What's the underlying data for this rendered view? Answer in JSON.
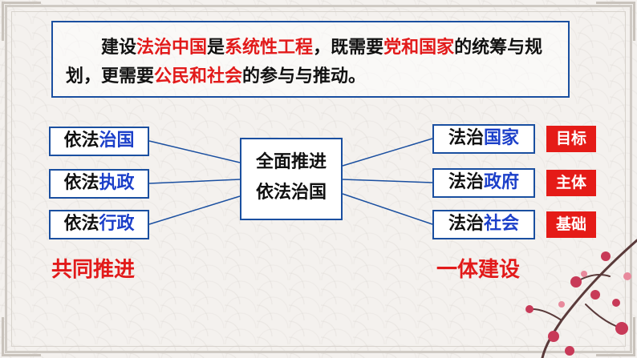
{
  "intro": {
    "p1": "建设",
    "r1": "法治中国",
    "p2": "是",
    "r2": "系统性工程",
    "p3": "，既需要",
    "r3": "党和国家",
    "p4": "的统筹与规划，更需要",
    "r4": "公民和社会",
    "p5": "的参与与推动。"
  },
  "center": {
    "line1": "全面推进",
    "line2": "依法治国"
  },
  "left_items": [
    {
      "prefix": "依法",
      "highlight": "治国"
    },
    {
      "prefix": "依法",
      "highlight": "执政"
    },
    {
      "prefix": "依法",
      "highlight": "行政"
    }
  ],
  "right_items": [
    {
      "prefix": "法治",
      "highlight": "国家",
      "tag": "目标"
    },
    {
      "prefix": "法治",
      "highlight": "政府",
      "tag": "主体"
    },
    {
      "prefix": "法治",
      "highlight": "社会",
      "tag": "基础"
    }
  ],
  "left_caption": "共同推进",
  "right_caption": "一体建设",
  "colors": {
    "accent_red": "#e21a1a",
    "accent_blue": "#1b3fc9",
    "border_blue": "#1a4fa0"
  }
}
